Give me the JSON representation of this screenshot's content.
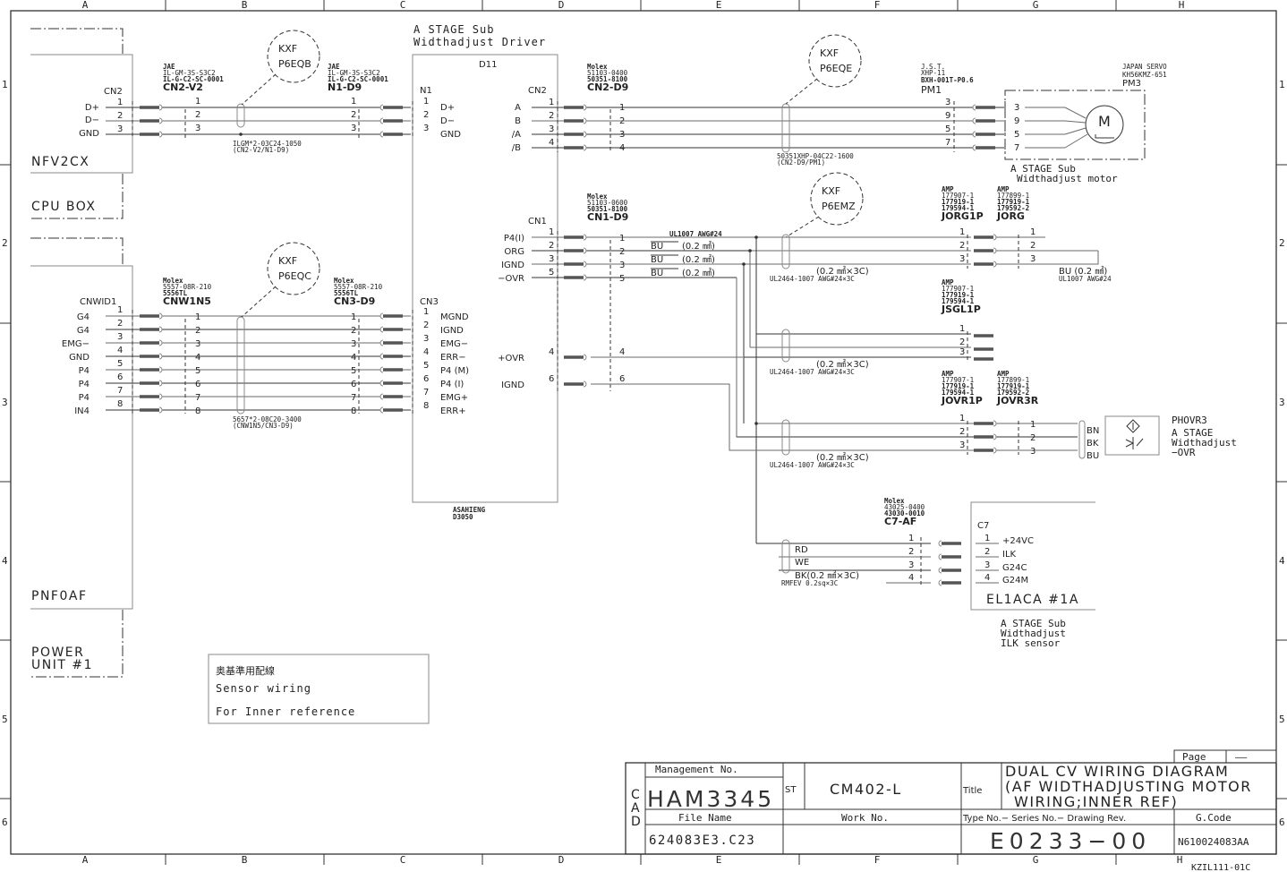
{
  "grid": {
    "columns": [
      "A",
      "B",
      "C",
      "D",
      "E",
      "F",
      "G",
      "H"
    ],
    "rows": [
      "1",
      "2",
      "3",
      "4",
      "5",
      "6"
    ]
  },
  "driver": {
    "title_line1": "A STAGE Sub",
    "title_line2": "Widthadjust Driver",
    "id": "D11",
    "maker_line1": "ASAHIENG",
    "maker_line2": "D3050",
    "n1": {
      "label": "N1",
      "pins": [
        "1",
        "2",
        "3"
      ],
      "signals": [
        "D+",
        "D−",
        "GND"
      ]
    },
    "cn2": {
      "label": "CN2",
      "pins": [
        "1",
        "2",
        "3",
        "4"
      ],
      "signals": [
        "A",
        "B",
        "/A",
        "/B"
      ]
    },
    "cn1": {
      "label": "CN1",
      "pins": [
        "1",
        "2",
        "3",
        "5"
      ],
      "signals": [
        "P4(I)",
        "ORG",
        "IGND",
        "−OVR"
      ]
    },
    "cn1b": {
      "pins": [
        "4",
        "6"
      ],
      "signals": [
        "+OVR",
        "IGND"
      ]
    },
    "cn3": {
      "label": "CN3",
      "pins": [
        "1",
        "2",
        "3",
        "4",
        "5",
        "6",
        "7",
        "8"
      ],
      "signals": [
        "MGND",
        "IGND",
        "EMG−",
        "ERR−",
        "P4 (M)",
        "P4 (I)",
        "EMG+",
        "ERR+"
      ]
    }
  },
  "cpu_box": {
    "unit": "NFV2CX",
    "name": "CPU BOX",
    "connector": "CN2",
    "pins": [
      "1",
      "2",
      "3"
    ],
    "signals": [
      "D+",
      "D−",
      "GND"
    ]
  },
  "power_unit": {
    "unit": "PNF0AF",
    "name_line1": "POWER",
    "name_line2": "UNIT #1",
    "connector": "CNWID1",
    "pins": [
      "1",
      "2",
      "3",
      "4",
      "5",
      "6",
      "7",
      "8"
    ],
    "signals": [
      "G4",
      "G4",
      "EMG−",
      "GND",
      "P4",
      "P4",
      "P4",
      "IN4"
    ]
  },
  "cables": {
    "cn2v2": {
      "maker": "JAE",
      "p1": "IL-GM-3S-S3C2",
      "p2": "IL-G-C2-SC-0001",
      "name": "CN2-V2",
      "pins": [
        "1",
        "2",
        "3"
      ]
    },
    "n1d9": {
      "maker": "JAE",
      "p1": "IL-GM-3S-S3C2",
      "p2": "IL-G-C2-SC-0001",
      "name": "N1-D9",
      "pins": [
        "1",
        "2",
        "3"
      ]
    },
    "cable1": {
      "line1": "ILGM*2-03C24-1050",
      "line2": "(CN2-V2/N1-D9)"
    },
    "kxf1": {
      "l1": "KXF",
      "l2": "P6EQB"
    },
    "cnw1n5": {
      "maker": "Molex",
      "p1": "5557-08R-210",
      "p2": "5556TL",
      "name": "CNW1N5",
      "pins": [
        "1",
        "2",
        "3",
        "4",
        "5",
        "6",
        "7",
        "8"
      ]
    },
    "cn3d9": {
      "maker": "Molex",
      "p1": "5557-08R-210",
      "p2": "5556TL",
      "name": "CN3-D9",
      "pins": [
        "1",
        "2",
        "3",
        "4",
        "5",
        "6",
        "7",
        "8"
      ]
    },
    "cable2": {
      "line1": "5657*2-08C20-3400",
      "line2": "(CNW1N5/CN3-D9)"
    },
    "kxf2": {
      "l1": "KXF",
      "l2": "P6EQC"
    },
    "cn2d9": {
      "maker": "Molex",
      "p1": "51103-0400",
      "p2": "50351-8100",
      "name": "CN2-D9",
      "pins": [
        "1",
        "2",
        "3",
        "4"
      ]
    },
    "cable3": {
      "line1": "50351XHP-04C22-1600",
      "line2": "(CN2-D9/PM1)"
    },
    "kxf3": {
      "l1": "KXF",
      "l2": "P6EQE"
    },
    "pm1": {
      "maker": "J.S.T.",
      "p1": "XHP-11",
      "p2": "BXH-001T-P0.6",
      "name": "PM1",
      "pins": [
        "3",
        "9",
        "5",
        "7"
      ]
    },
    "cn1d9": {
      "maker": "Molex",
      "p1": "51103-0600",
      "p2": "50351-8100",
      "name": "CN1-D9",
      "pins": [
        "1",
        "2",
        "3",
        "5"
      ],
      "pins_b": [
        "4",
        "6"
      ]
    },
    "ul1007": "UL1007 AWG#24",
    "bu_wires": [
      "BU",
      "BU",
      "BU"
    ],
    "bu_spec": "(0.2 ㎟)",
    "kxf4": {
      "l1": "KXF",
      "l2": "P6EMZ"
    },
    "ul2464_size": "(0.2 ㎟×3C)",
    "ul2464": "UL2464-1007 AWG#24×3C",
    "jorg1p": {
      "maker": "AMP",
      "p1": "177907-1",
      "p2": "177919-1",
      "p3": "179594-1",
      "name": "JORG1P",
      "pins": [
        "1",
        "2",
        "3"
      ]
    },
    "jorg": {
      "maker": "AMP",
      "p1": "177899-1",
      "p2": "177919-1",
      "p3": "179592-2",
      "name": "JORG",
      "pins": [
        "1",
        "2",
        "3"
      ]
    },
    "jorg_wire": {
      "color": "BU",
      "size": "(0.2 ㎟)",
      "spec": "UL1007 AWG#24"
    },
    "jsgl1p": {
      "maker": "AMP",
      "p1": "177907-1",
      "p2": "177919-1",
      "p3": "179594-1",
      "name": "JSGL1P",
      "pins": [
        "1",
        "2",
        "3"
      ]
    },
    "jovr1p": {
      "maker": "AMP",
      "p1": "177907-1",
      "p2": "177919-1",
      "p3": "179594-1",
      "name": "JOVR1P",
      "pins": [
        "1",
        "2",
        "3"
      ]
    },
    "jovr3r": {
      "maker": "AMP",
      "p1": "177899-1",
      "p2": "177919-1",
      "p3": "179592-2",
      "name": "JOVR3R",
      "pins": [
        "1",
        "2",
        "3"
      ]
    },
    "c7af": {
      "maker": "Molex",
      "p1": "43025-0400",
      "p2": "43030-0010",
      "name": "C7-AF",
      "pins": [
        "1",
        "2",
        "3",
        "4"
      ]
    },
    "rmfev_colors": [
      "RD",
      "WE",
      "BK(0.2 ㎟×3C)"
    ],
    "rmfev": "RMFEV 0.2sq×3C"
  },
  "motor": {
    "maker": "JAPAN SERVO",
    "model": "KH56KMZ-651",
    "id": "PM3",
    "pins": [
      "3",
      "9",
      "5",
      "7"
    ],
    "symbol": "M",
    "desc_line1": "A STAGE Sub",
    "desc_line2": "Widthadjust motor"
  },
  "ovr_sensor": {
    "id": "PHOVR3",
    "wires": [
      "BN",
      "BK",
      "BU"
    ],
    "desc_line1": "A STAGE",
    "desc_line2": "Widthadjust",
    "desc_line3": "−OVR"
  },
  "ilk_sensor": {
    "connector": "C7",
    "pins": [
      "1",
      "2",
      "3",
      "4"
    ],
    "signals": [
      "+24VC",
      "ILK",
      "G24C",
      "G24M"
    ],
    "unit": "EL1ACA #1A",
    "desc_line1": "A STAGE Sub",
    "desc_line2": "Widthadjust",
    "desc_line3": "ILK sensor"
  },
  "note": {
    "line1": "奥基準用配線",
    "line2": "Sensor wiring",
    "line3": "For Inner reference"
  },
  "title_block": {
    "cad": [
      "C",
      "A",
      "D"
    ],
    "mgmt_label": "Management No.",
    "mgmt_value": "HAM3345",
    "st_label": "ST",
    "model": "CM402-L",
    "title_label": "Title",
    "title_line1": "DUAL CV WIRING DIAGRAM",
    "title_line2": "(AF WIDTHADJUSTING MOTOR",
    "title_line3": "WIRING;INNER REF)",
    "page_label": "Page",
    "page_value": "——",
    "file_label": "File Name",
    "file_value": "624083E3.C23",
    "work_label": "Work No.",
    "work_value": "",
    "type_label": "Type No.− Series No.− Drawing Rev.",
    "type_value": "E0233−00",
    "gcode_label": "G.Code",
    "gcode_value": "N610024083AA",
    "form_code": "KZIL111-01C"
  }
}
